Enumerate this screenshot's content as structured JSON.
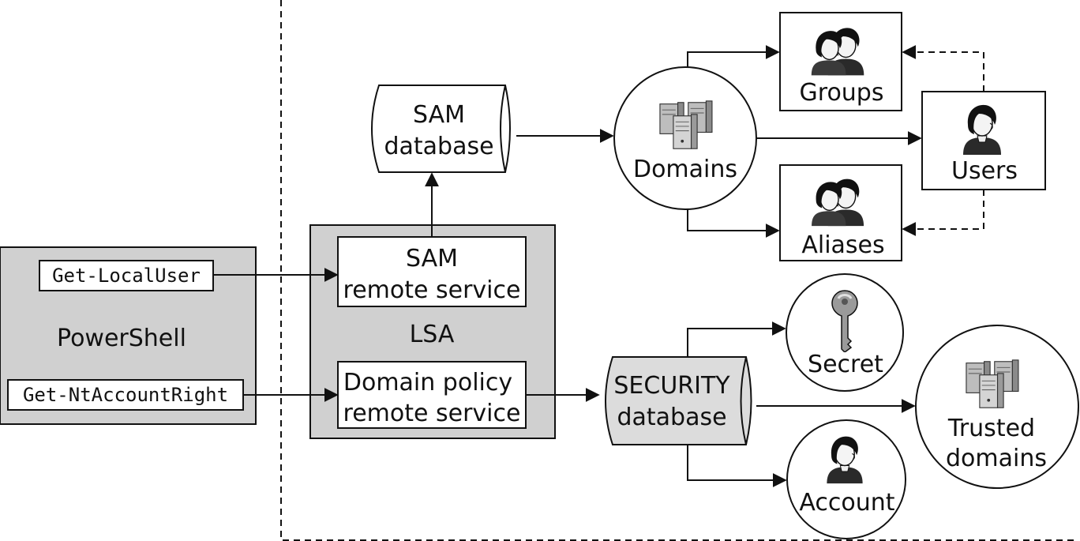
{
  "powershell": {
    "label": "PowerShell",
    "cmd_local_user": "Get-LocalUser",
    "cmd_account_right": "Get-NtAccountRight"
  },
  "lsa": {
    "label": "LSA",
    "sam_service_line1": "SAM",
    "sam_service_line2": "remote service",
    "policy_service_line1": "Domain policy",
    "policy_service_line2": "remote service"
  },
  "sam_db": {
    "line1": "SAM",
    "line2": "database"
  },
  "security_db": {
    "line1": "SECURITY",
    "line2": "database"
  },
  "domains": {
    "label": "Domains"
  },
  "groups": {
    "label": "Groups"
  },
  "users": {
    "label": "Users"
  },
  "aliases": {
    "label": "Aliases"
  },
  "secret": {
    "label": "Secret"
  },
  "account": {
    "label": "Account"
  },
  "trusted": {
    "line1": "Trusted",
    "line2": "domains"
  },
  "colors": {
    "panel_gray": "#d0d0d0",
    "db_gray": "#dcdcdc",
    "ink": "#111111"
  },
  "icons": [
    "server-icon",
    "person-icon",
    "people-icon",
    "key-icon"
  ]
}
